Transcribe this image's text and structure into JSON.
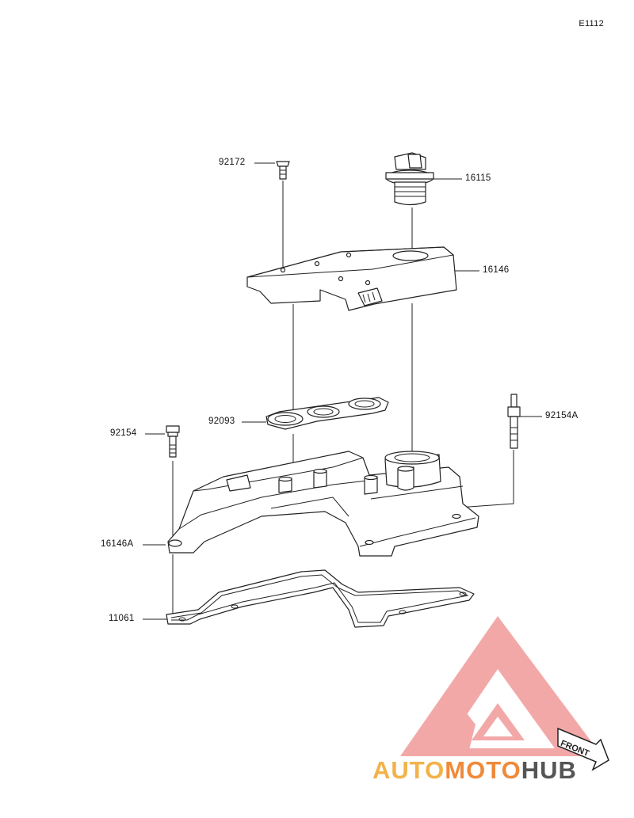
{
  "diagram_code": "E1112",
  "part_labels": {
    "p92172": "92172",
    "p16115": "16115",
    "p16146": "16146",
    "p92093": "92093",
    "p92154": "92154",
    "p92154A": "92154A",
    "p16146A": "16146A",
    "p11061": "11061"
  },
  "front_label": "FRONT",
  "watermark": {
    "part1": "AUTO",
    "part2": "MOTO",
    "part3": "HUB",
    "colors": {
      "auto": "#f2b24a",
      "moto": "#ef8a3a",
      "hub": "#555555",
      "logo": "#f08a8a"
    }
  }
}
